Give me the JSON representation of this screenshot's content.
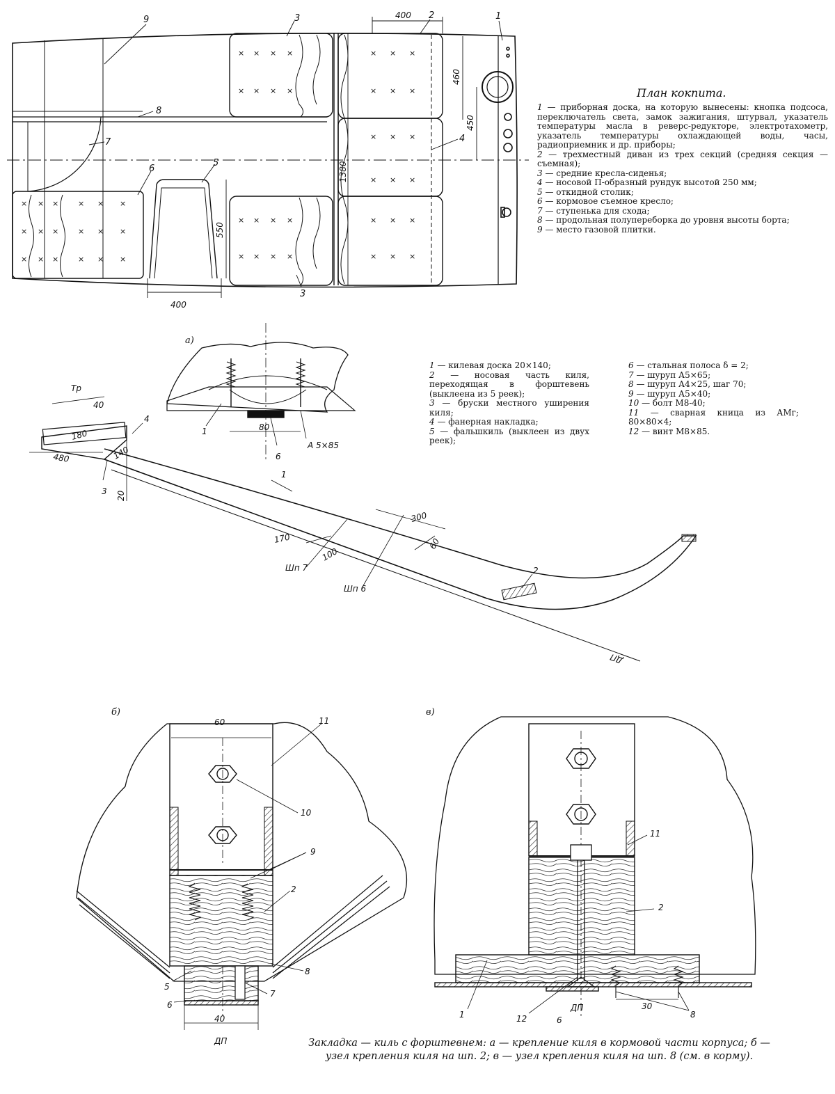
{
  "plan": {
    "title": "План кокпита.",
    "legend_items": [
      {
        "num": "1",
        "text": " — приборная доска, на которую вынесены: кнопка подсоса, переключатель света, замок зажигания, штурвал, указатель температуры масла в реверс-редукторе, электротахометр, указатель температуры охлаждающей воды, часы, радиоприемник и др. приборы;"
      },
      {
        "num": "2",
        "text": " — трехместный диван из трех секций (средняя секция — съемная);"
      },
      {
        "num": "3",
        "text": " — средние кресла-сиденья;"
      },
      {
        "num": "4",
        "text": " — носовой П-образный рундук высотой 250 мм;"
      },
      {
        "num": "5",
        "text": " — откидной столик;"
      },
      {
        "num": "6",
        "text": " — кормовое съемное кресло;"
      },
      {
        "num": "7",
        "text": " — ступенька для схода;"
      },
      {
        "num": "8",
        "text": " — продольная полупереборка до уровня высоты борта;"
      },
      {
        "num": "9",
        "text": " — место газовой плитки."
      }
    ],
    "labels": {
      "n1": "1",
      "n2": "2",
      "n3a": "3",
      "n3b": "3",
      "n4": "4",
      "n5": "5",
      "n6": "6",
      "n7": "7",
      "n8": "8",
      "n9": "9"
    },
    "dims": {
      "d400_top": "400",
      "d460": "460",
      "d450": "450",
      "d1380": "1380",
      "d550": "550",
      "d400_bottom": "400"
    }
  },
  "keel": {
    "view_a": "а)",
    "view_b": "б)",
    "view_v": "в)",
    "legend_left": [
      {
        "num": "1",
        "text": " — килевая доска 20×140;"
      },
      {
        "num": "2",
        "text": " — носовая часть киля, переходящая в форштевень (выклеена из 5 реек);"
      },
      {
        "num": "3",
        "text": " — бруски местного уширения киля;"
      },
      {
        "num": "4",
        "text": " — фанерная накладка;"
      },
      {
        "num": "5",
        "text": " — фальшкиль (выклеен из двух реек);"
      }
    ],
    "legend_right": [
      {
        "num": "6",
        "text": " — стальная полоса δ = 2;"
      },
      {
        "num": "7",
        "text": " — шуруп А5×65;"
      },
      {
        "num": "8",
        "text": " — шуруп А4×25, шаг 70;"
      },
      {
        "num": "9",
        "text": " — шуруп А5×40;"
      },
      {
        "num": "10",
        "text": " — болт М8-40;"
      },
      {
        "num": "11",
        "text": " — сварная кница из АМг; 80×80×4;"
      },
      {
        "num": "12",
        "text": " — винт М8×85."
      }
    ],
    "main_labels": {
      "tr": "Тр",
      "d40": "40",
      "d180": "180",
      "d480": "480",
      "d140": "140",
      "d20": "20",
      "n1": "1",
      "n2": "2",
      "n3": "3",
      "n4": "4",
      "d170": "170",
      "d100": "100",
      "d300": "300",
      "d60": "60",
      "shp7": "Шп 7",
      "shp6": "Шп 6",
      "dl": "ДП"
    },
    "detail_a": {
      "d80": "80",
      "screw": "А 5×85",
      "n1": "1",
      "n6": "6"
    },
    "detail_b": {
      "d60": "60",
      "n11": "11",
      "n10": "10",
      "n9": "9",
      "n2": "2",
      "n8": "8",
      "n5": "5",
      "n7": "7",
      "n6": "6",
      "d40": "40",
      "dp": "ДП"
    },
    "detail_v": {
      "n11": "11",
      "n2": "2",
      "n1": "1",
      "n12": "12",
      "n6": "6",
      "d30": "30",
      "n8": "8",
      "dp": "ДП"
    },
    "caption": "Закладка — киль с форштевнем: а — крепление киля в кормовой части корпуса; б — узел крепления киля на шп. 2; в — узел крепления киля на шп. 8 (см. в корму)."
  }
}
